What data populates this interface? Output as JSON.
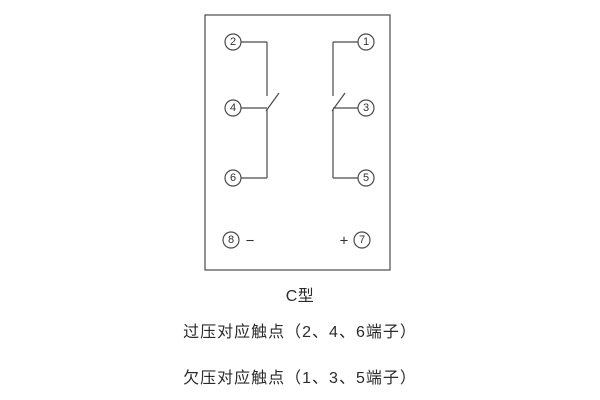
{
  "diagram": {
    "title": "C型",
    "captions": {
      "overvoltage": "过压对应触点（2、4、6端子）",
      "undervoltage": "欠压对应触点（1、3、5端子）"
    },
    "terminals": {
      "t1": "1",
      "t2": "2",
      "t3": "3",
      "t4": "4",
      "t5": "5",
      "t6": "6",
      "t7": "7",
      "t8": "8"
    },
    "polarity": {
      "minus": "−",
      "plus": "+"
    },
    "colors": {
      "line": "#4a4a4a",
      "text": "#333333",
      "background": "#ffffff"
    }
  }
}
